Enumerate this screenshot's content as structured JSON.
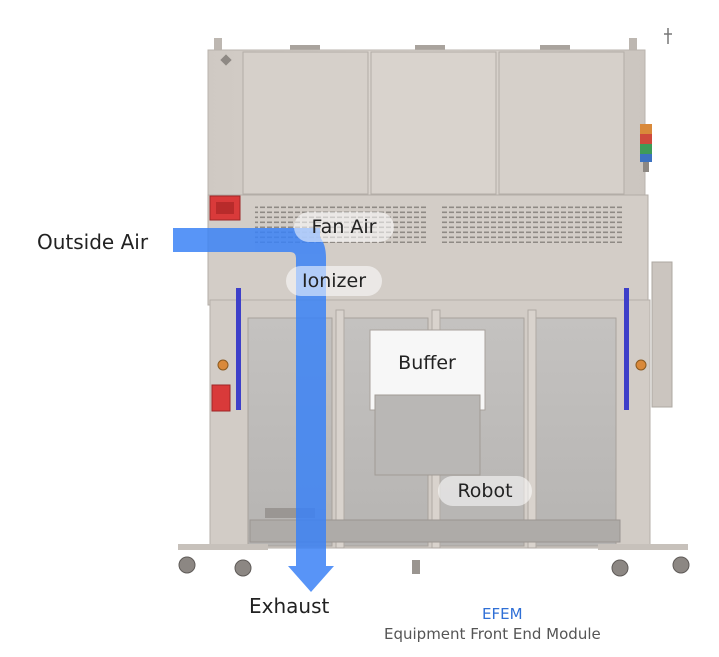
{
  "labels": {
    "outside_air": "Outside Air",
    "fan_air": "Fan Air",
    "ionizer": "Ionizer",
    "buffer": "Buffer",
    "robot": "Robot",
    "exhaust": "Exhaust"
  },
  "caption": {
    "title": "EFEM",
    "subtitle": "Equipment Front End Module"
  },
  "colors": {
    "airflow": "#3b82f6",
    "caption_title": "#2f6fd6",
    "cabinet": "#d7d1cb",
    "frame_interior": "#c9c6c3",
    "side_bar": "#3d3fc9",
    "alarm_red": "#d93a3a"
  }
}
